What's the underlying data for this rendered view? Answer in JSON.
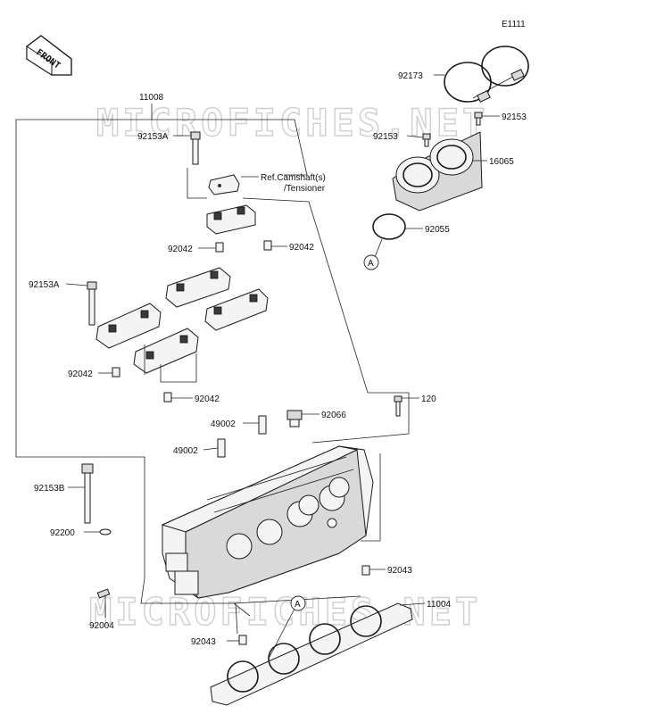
{
  "diagram_code": "E1111",
  "front_label": "FRONT",
  "watermark": "MICROFICHES.NET",
  "reference_note": {
    "line1": "Ref.Camshaft(s)",
    "line2": "/Tensioner"
  },
  "callout_A": "A",
  "parts": [
    {
      "id": "p11008",
      "number": "11008"
    },
    {
      "id": "p92153A_top",
      "number": "92153A"
    },
    {
      "id": "p92042_l",
      "number": "92042"
    },
    {
      "id": "p92042_r",
      "number": "92042"
    },
    {
      "id": "p92153A_side",
      "number": "92153A"
    },
    {
      "id": "p92042_mid",
      "number": "92042"
    },
    {
      "id": "p92042_low",
      "number": "92042"
    },
    {
      "id": "p49002_a",
      "number": "49002"
    },
    {
      "id": "p49002_b",
      "number": "49002"
    },
    {
      "id": "p92066",
      "number": "92066"
    },
    {
      "id": "p120",
      "number": "120"
    },
    {
      "id": "p92153B",
      "number": "92153B"
    },
    {
      "id": "p92200",
      "number": "92200"
    },
    {
      "id": "p92004",
      "number": "92004"
    },
    {
      "id": "p92043_r",
      "number": "92043"
    },
    {
      "id": "p92043_b",
      "number": "92043"
    },
    {
      "id": "p11004",
      "number": "11004"
    },
    {
      "id": "p92173",
      "number": "92173"
    },
    {
      "id": "p92153_r",
      "number": "92153"
    },
    {
      "id": "p92153_l",
      "number": "92153"
    },
    {
      "id": "p16065",
      "number": "16065"
    },
    {
      "id": "p92055",
      "number": "92055"
    }
  ]
}
